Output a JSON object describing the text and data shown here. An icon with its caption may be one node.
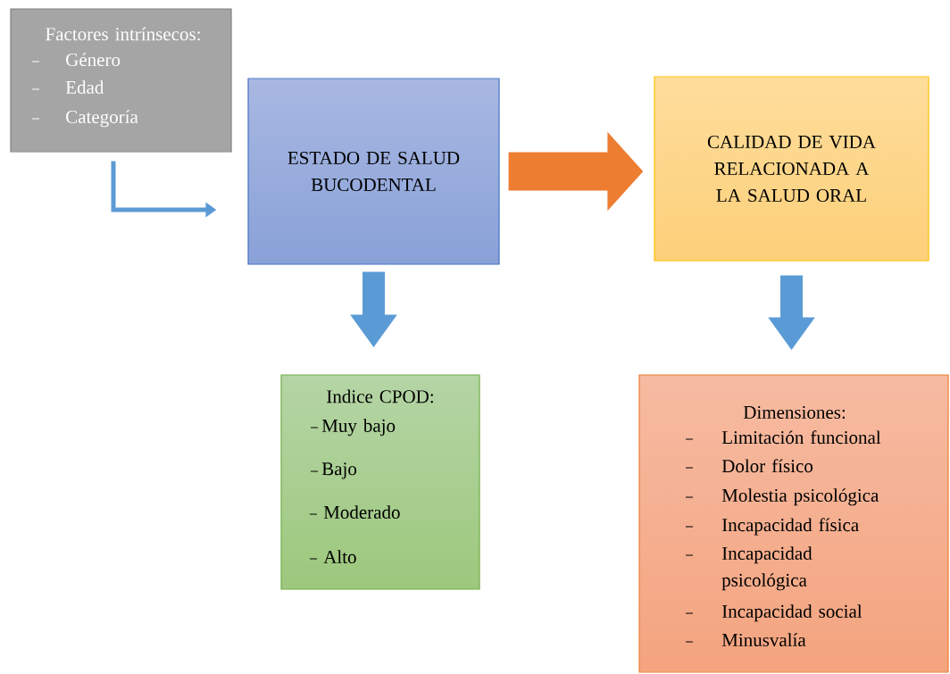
{
  "diagram": {
    "nodes": [
      {
        "text": [
          "Factores intrínsecos:",
          "Género",
          "Edad",
          "Categoría"
        ]
      },
      {
        "text": [
          "ESTADO DE SALUD BUCODENTAL"
        ]
      },
      {
        "text": [
          "CALIDAD DE VIDA RELACIONADA A LA SALUD ORAL"
        ]
      },
      {
        "text": [
          "Indice CPOD:",
          "Muy bajo",
          "Bajo",
          "Moderado",
          "Alto"
        ]
      },
      {
        "text": [
          "Dimensiones:",
          "Limitación funcional",
          "Dolor físico",
          "Molestia psicológica",
          "Incapacidad física",
          "Incapacidad psicológica",
          "Incapacidad social",
          "Minusvalía"
        ]
      }
    ],
    "edges": [
      {
        "from": 0,
        "to": 1,
        "arrow": "to"
      },
      {
        "from": 1,
        "to": 2,
        "arrow": "to",
        "color": "#ed7d31"
      },
      {
        "from": 1,
        "to": 3,
        "arrow": "to"
      },
      {
        "from": 2,
        "to": 4,
        "arrow": "to"
      }
    ]
  }
}
